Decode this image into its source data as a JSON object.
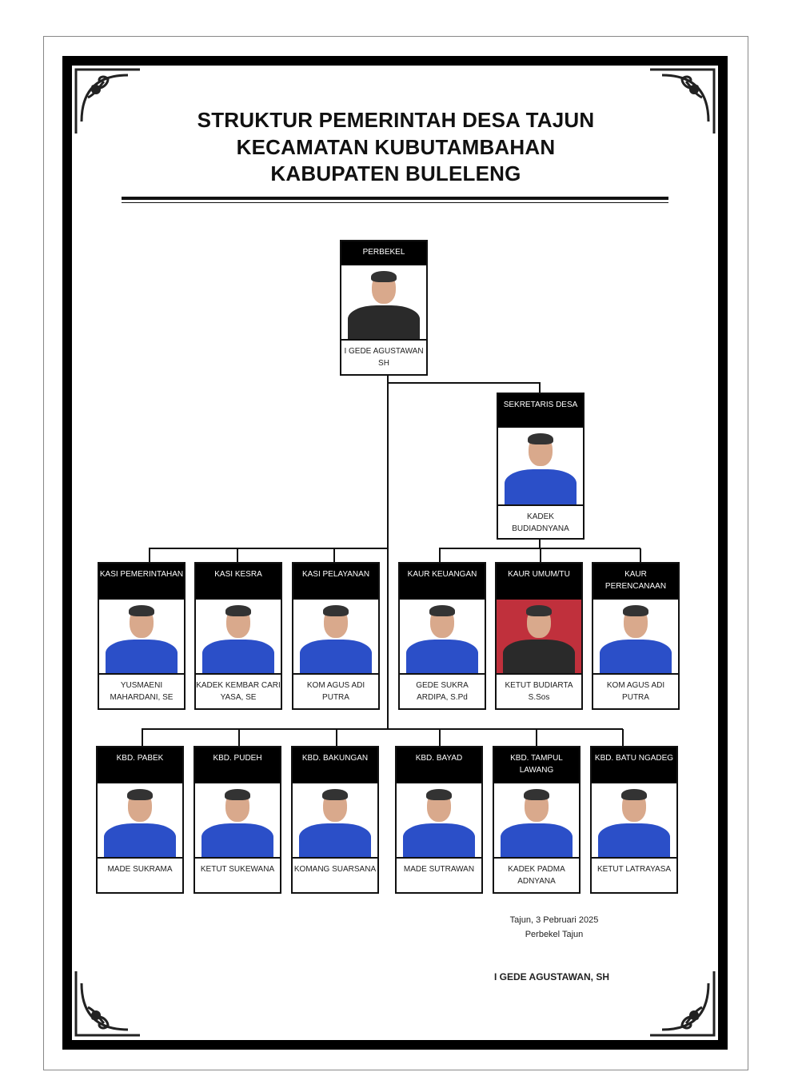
{
  "title_lines": [
    "STRUKTUR PEMERINTAH DESA TAJUN",
    "KECAMATAN KUBUTAMBAHAN",
    "KABUPATEN BULELENG"
  ],
  "perbekel": {
    "position": "PERBEKEL",
    "name": "I GEDE AGUSTAWAN SH"
  },
  "sekretaris": {
    "position": "SEKRETARIS DESA",
    "name": "KADEK BUDIADNYANA"
  },
  "row2": [
    {
      "position": "KASI PEMERINTAHAN",
      "name": "YUSMAENI MAHARDANI, SE"
    },
    {
      "position": "KASI KESRA",
      "name": "KADEK KEMBAR CARI YASA, SE"
    },
    {
      "position": "KASI PELAYANAN",
      "name": "KOM AGUS ADI PUTRA"
    },
    {
      "position": "KAUR KEUANGAN",
      "name": "GEDE SUKRA ARDIPA, S.Pd"
    },
    {
      "position": "KAUR UMUM/TU",
      "name": "KETUT BUDIARTA S.Sos"
    },
    {
      "position": "KAUR PERENCANAAN",
      "name": "KOM AGUS ADI PUTRA"
    }
  ],
  "row3": [
    {
      "position": "KBD. PABEK",
      "name": "MADE SUKRAMA"
    },
    {
      "position": "KBD. PUDEH",
      "name": "KETUT SUKEWANA"
    },
    {
      "position": "KBD. BAKUNGAN",
      "name": "KOMANG SUARSANA"
    },
    {
      "position": "KBD. BAYAD",
      "name": "MADE SUTRAWAN"
    },
    {
      "position": "KBD. TAMPUL LAWANG",
      "name": "KADEK PADMA ADNYANA"
    },
    {
      "position": "KBD. BATU NGADEG",
      "name": "KETUT LATRAYASA"
    }
  ],
  "signature": {
    "place_date": "Tajun, 3 Pebruari 2025",
    "role": "Perbekel Tajun",
    "name": "I GEDE AGUSTAWAN, SH"
  },
  "colors": {
    "shirt": "#2b4fc8",
    "red_bg": "#c0303c",
    "frame": "#000000"
  }
}
